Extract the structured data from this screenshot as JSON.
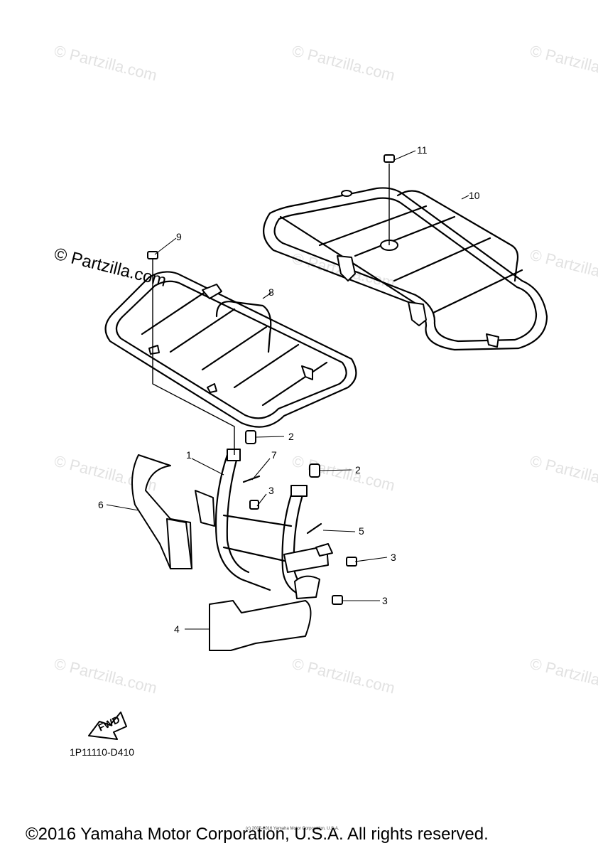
{
  "watermark": "© Partzilla.com",
  "watermark_secondary": "© Partzilla.com",
  "callouts": [
    {
      "num": "1"
    },
    {
      "num": "2"
    },
    {
      "num": "2"
    },
    {
      "num": "3"
    },
    {
      "num": "3"
    },
    {
      "num": "3"
    },
    {
      "num": "4"
    },
    {
      "num": "5"
    },
    {
      "num": "6"
    },
    {
      "num": "7"
    },
    {
      "num": "8"
    },
    {
      "num": "9"
    },
    {
      "num": "10"
    },
    {
      "num": "11"
    }
  ],
  "fwd_label": "FWD",
  "diagram_code": "1P11110-D410",
  "fine_print": "(c) 2005-2016 Yamaha Motor Corporation, U.S.A.",
  "copyright": "©2016 Yamaha Motor Corporation, U.S.A. All rights reserved."
}
